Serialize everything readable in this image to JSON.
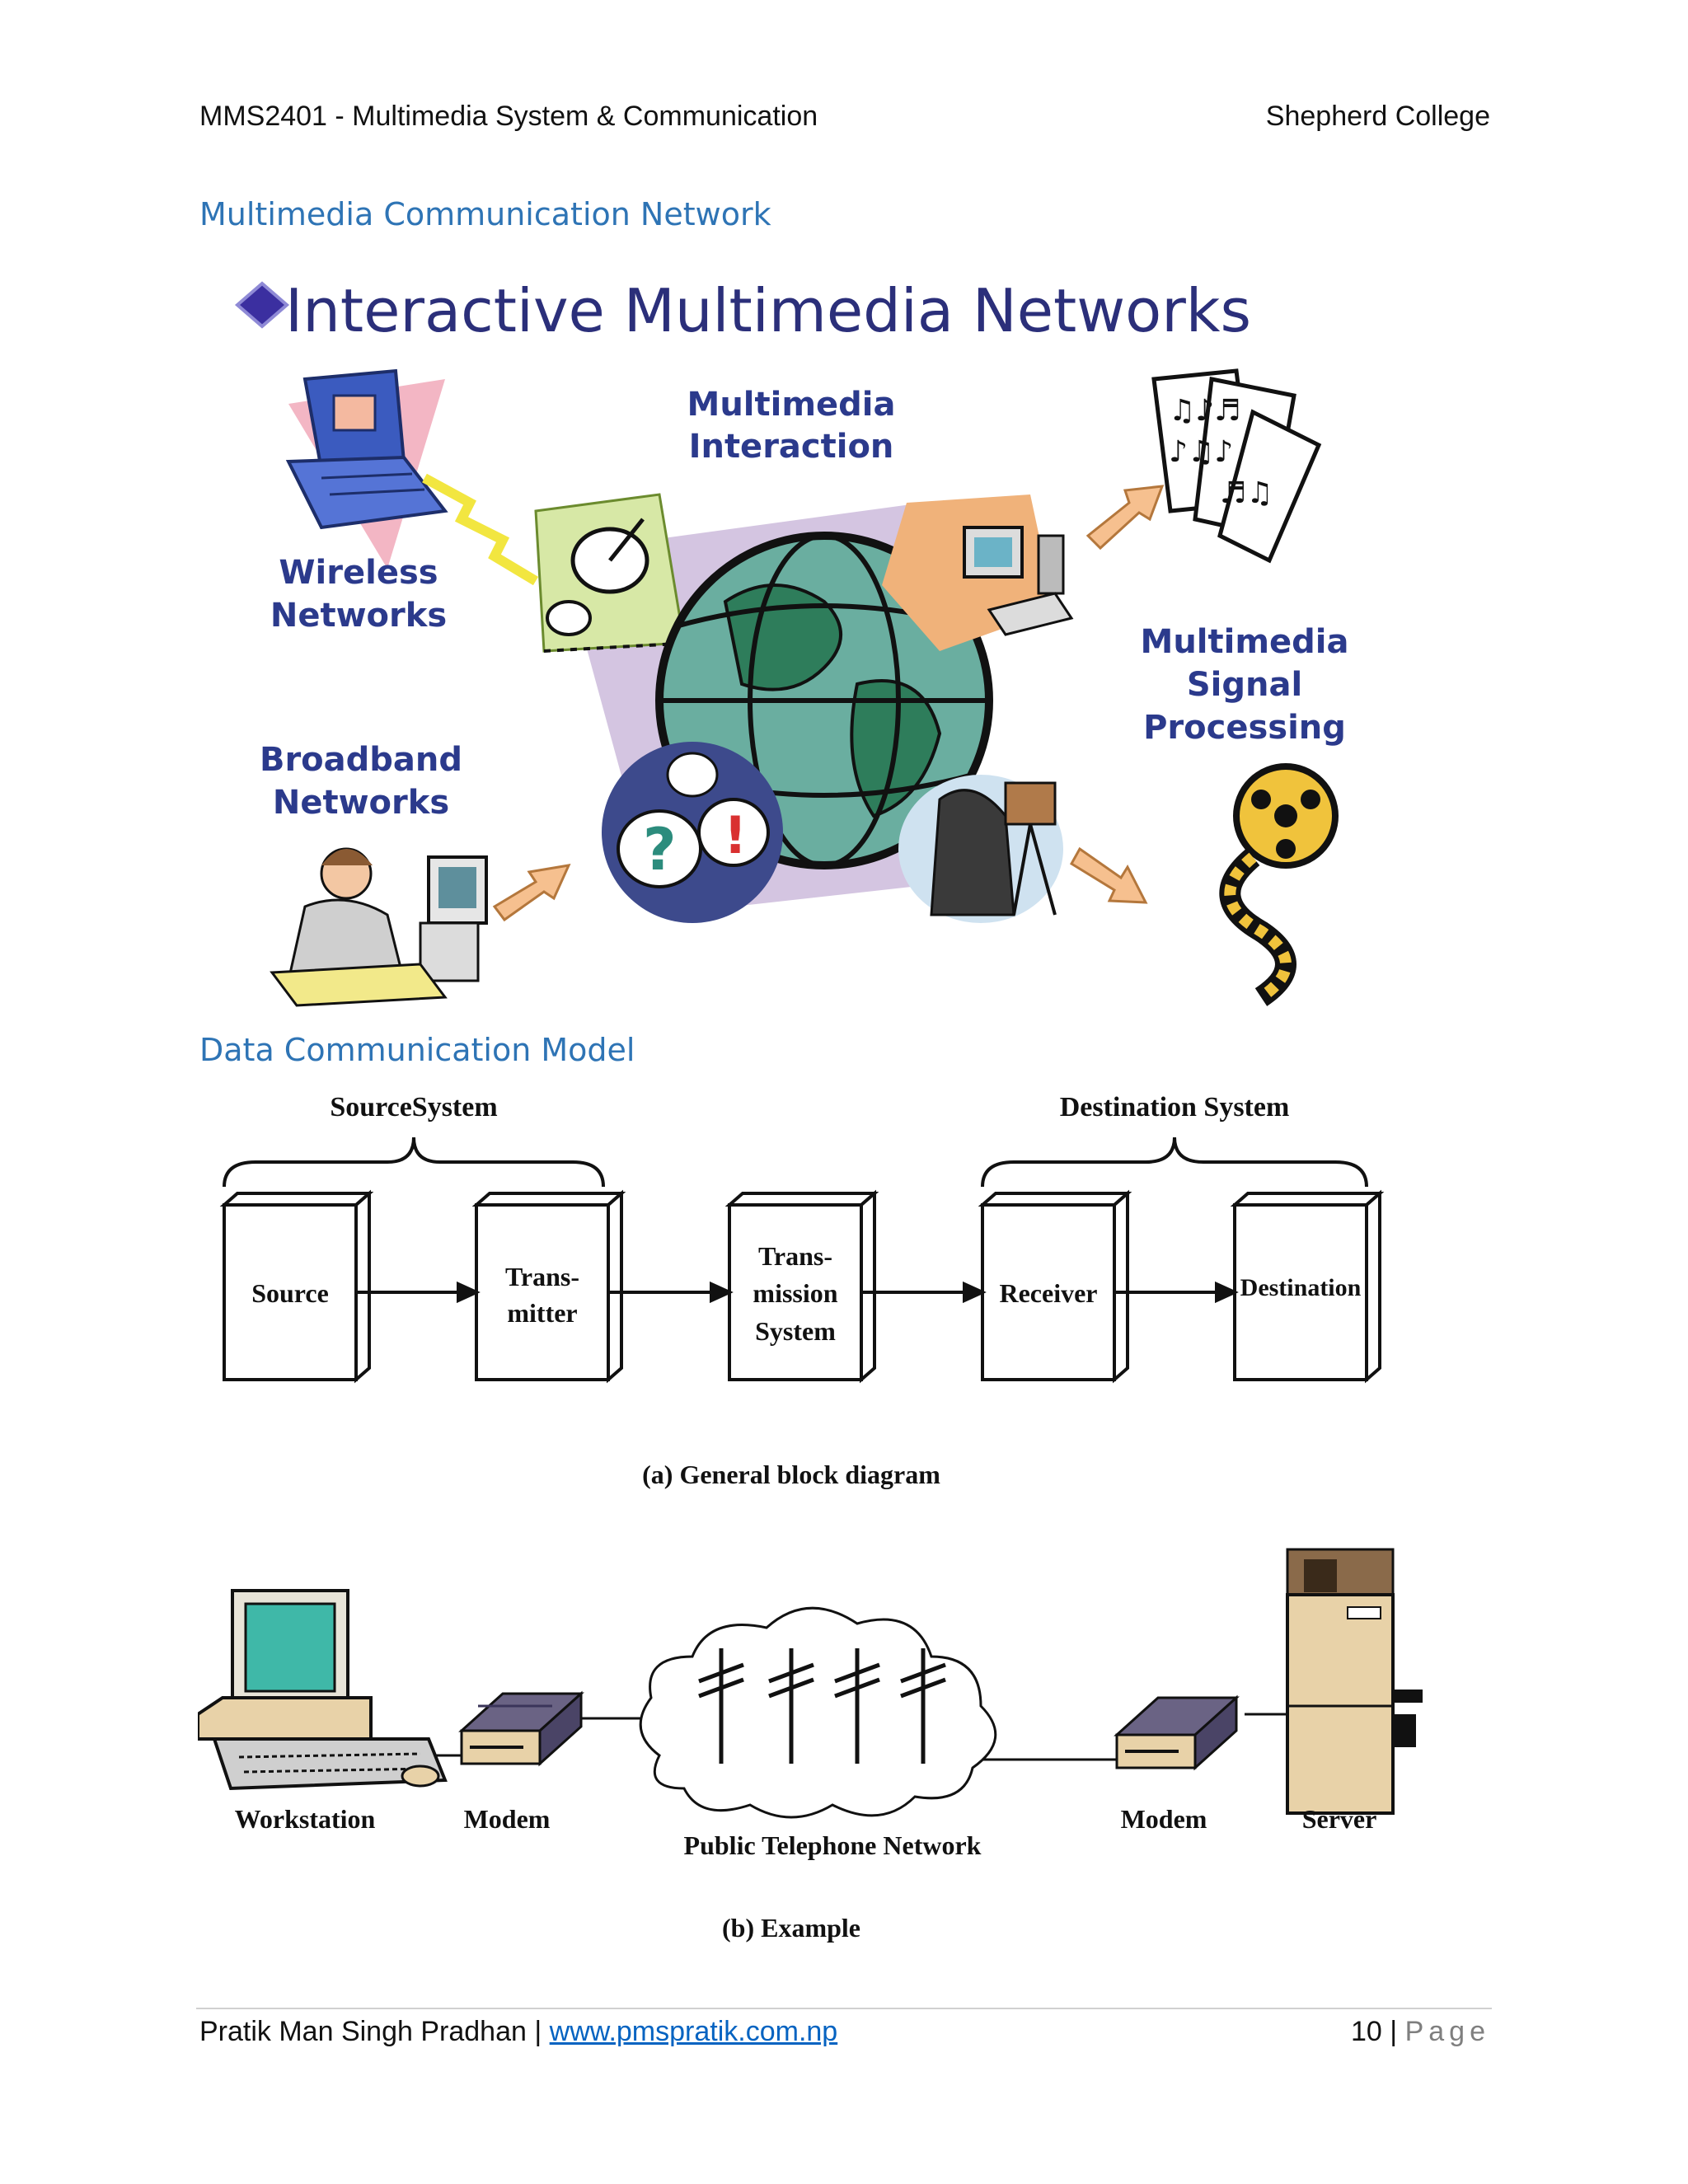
{
  "header": {
    "course": "MMS2401 - Multimedia System & Communication",
    "college": "Shepherd College"
  },
  "section1": {
    "title": "Multimedia Communication Network",
    "figure": {
      "heading": "Interactive Multimedia Networks",
      "labels": {
        "multimedia_interaction_1": "Multimedia",
        "multimedia_interaction_2": "Interaction",
        "wireless_1": "Wireless",
        "wireless_2": "Networks",
        "broadband_1": "Broadband",
        "broadband_2": "Networks",
        "signal_1": "Multimedia",
        "signal_2": "Signal",
        "signal_3": "Processing"
      }
    }
  },
  "section2": {
    "title": "Data Communication Model",
    "block_diagram": {
      "source_system": "SourceSystem",
      "destination_system": "Destination System",
      "blocks": {
        "source": "Source",
        "transmitter_1": "Trans-",
        "transmitter_2": "mitter",
        "transmission_1": "Trans-",
        "transmission_2": "mission",
        "transmission_3": "System",
        "receiver": "Receiver",
        "destination": "Destination"
      },
      "caption": "(a) General block diagram"
    },
    "example": {
      "workstation": "Workstation",
      "modem_left": "Modem",
      "network": "Public Telephone Network",
      "modem_right": "Modem",
      "server": "Server",
      "caption": "(b) Example"
    }
  },
  "footer": {
    "author": "Pratik Man Singh Pradhan",
    "separator": "|",
    "website": "www.pmspratik.com.np",
    "page_number": "10",
    "page_separator": "|",
    "page_label": "Page"
  }
}
